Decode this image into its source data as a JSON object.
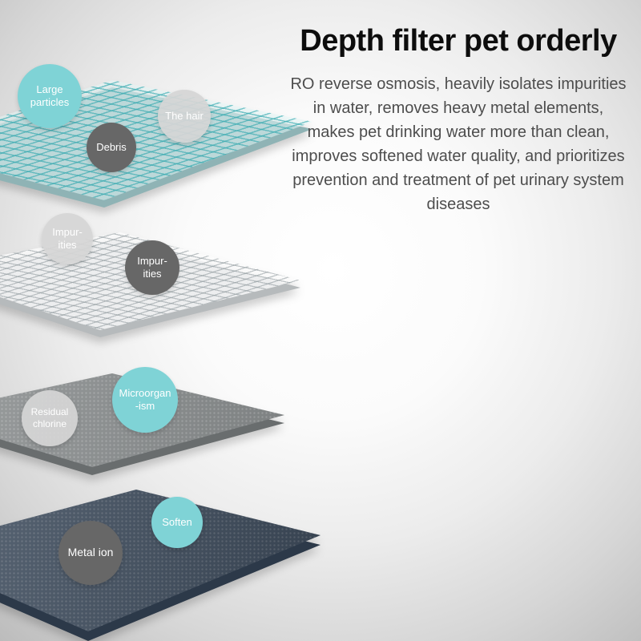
{
  "header": {
    "title": "Depth filter pet orderly",
    "description": "RO reverse osmosis, heavily isolates impurities in water, removes heavy metal elements, makes pet drinking water more than clean, improves softened water quality, and prioritizes prevention and treatment of pet urinary system diseases"
  },
  "filter_stack": {
    "bubbles": [
      {
        "label": "Large\nparticles",
        "color": "teal"
      },
      {
        "label": "The hair",
        "color": "light-gray"
      },
      {
        "label": "Debris",
        "color": "dark-gray"
      },
      {
        "label": "Impur-\nities",
        "color": "light-gray"
      },
      {
        "label": "Impur-\nities",
        "color": "dark-gray"
      },
      {
        "label": "Microorgan\n-ism",
        "color": "teal"
      },
      {
        "label": "Residual\nchlorine",
        "color": "light-gray"
      },
      {
        "label": "Soften",
        "color": "teal"
      },
      {
        "label": "Metal ion",
        "color": "dark-gray"
      }
    ],
    "layers": [
      {
        "appearance": "teal mesh screen"
      },
      {
        "appearance": "white fine mesh screen"
      },
      {
        "appearance": "dark gray solid sheet"
      },
      {
        "appearance": "navy blue solid sheet"
      }
    ]
  },
  "colors": {
    "bubble_teal": "#7fd3d6",
    "bubble_light_gray": "#d5d5d5",
    "bubble_dark_gray": "#676767",
    "mesh_teal_line": "#38aab0",
    "layer_gray": "#8a8e8f",
    "layer_navy": "#415062",
    "title_text": "#0d0d0d",
    "body_text": "#4d4d4d"
  }
}
